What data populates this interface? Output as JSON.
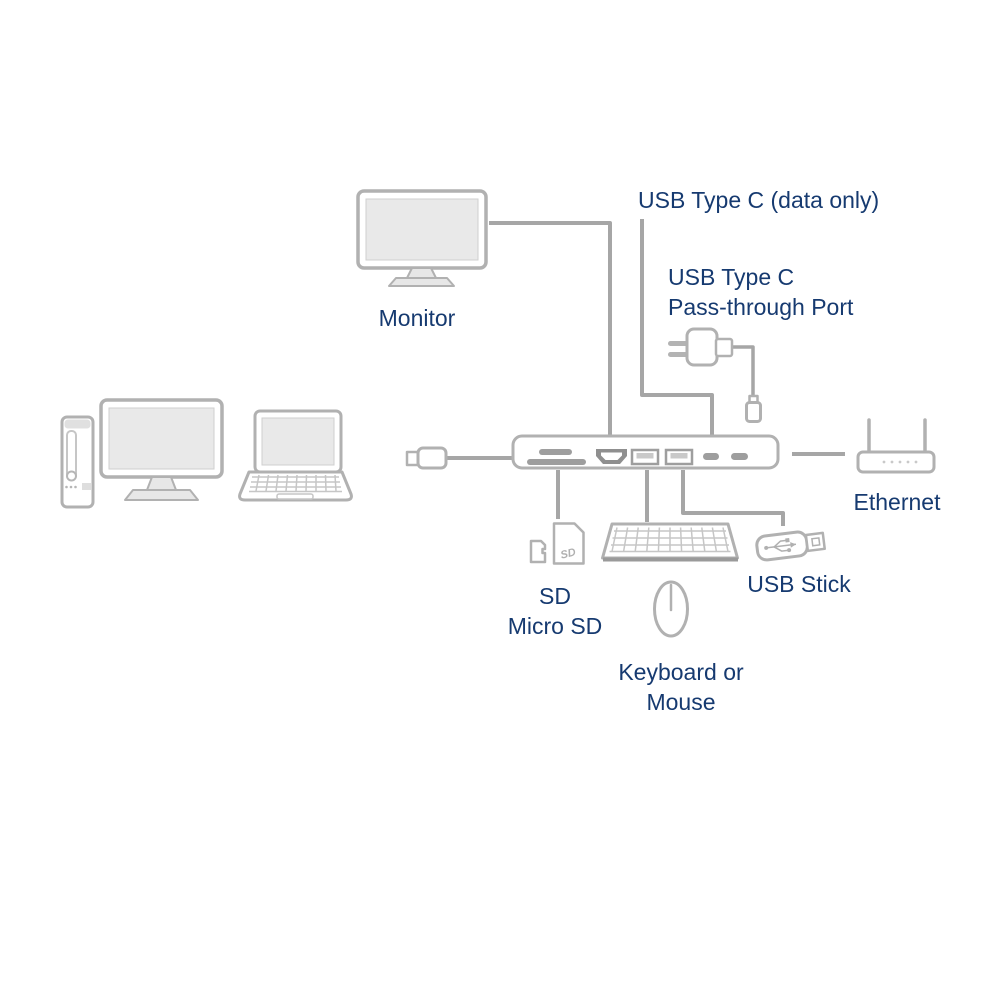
{
  "colors": {
    "label": "#163a70",
    "line": "#a6a6a6",
    "icon": "#b1b1b1",
    "screen": "#e9e9e9",
    "port": "#9e9e9e",
    "port-dark": "#8f8f8f"
  },
  "labels": {
    "monitor": "Monitor",
    "usb_c_data_only": "USB Type C (data only)",
    "usb_c_passthrough_line1": "USB Type C",
    "usb_c_passthrough_line2": "Pass-through Port",
    "ethernet": "Ethernet",
    "usb_stick": "USB Stick",
    "sd": "SD",
    "micro_sd": "Micro SD",
    "keyboard_line1": "Keyboard or",
    "keyboard_line2": "Mouse",
    "sd_card_print": "SD"
  },
  "diagram": {
    "nodes": [
      {
        "id": "host-computers",
        "icon": "desktop-tower-monitor-laptop",
        "label": ""
      },
      {
        "id": "dock",
        "icon": "usb-c-dock",
        "ports": [
          "SD slot",
          "Micro SD slot",
          "HDMI",
          "USB-A",
          "USB-A",
          "USB-C",
          "USB-C"
        ]
      },
      {
        "id": "monitor",
        "icon": "monitor",
        "label": "Monitor"
      },
      {
        "id": "usb-c-data",
        "icon": "none",
        "label": "USB Type C (data only)"
      },
      {
        "id": "power-adapter",
        "icon": "wall-charger",
        "label": "USB Type C Pass-through Port"
      },
      {
        "id": "router",
        "icon": "router",
        "label": "Ethernet"
      },
      {
        "id": "cards",
        "icon": "sd-and-micro-sd-cards",
        "label": "SD / Micro SD"
      },
      {
        "id": "keyboard-mouse",
        "icon": "keyboard-and-mouse",
        "label": "Keyboard or Mouse"
      },
      {
        "id": "usb-stick",
        "icon": "usb-flash-drive",
        "label": "USB Stick"
      }
    ],
    "connections": [
      {
        "from": "monitor",
        "to": "dock-hdmi-port"
      },
      {
        "from": "usb-c-data",
        "to": "dock-usb-c-port-1"
      },
      {
        "from": "power-adapter",
        "to": "dangling-usb-c-plug"
      },
      {
        "from": "dock",
        "to": "router"
      },
      {
        "from": "dock",
        "to": "cards"
      },
      {
        "from": "dock",
        "to": "keyboard-mouse"
      },
      {
        "from": "dock",
        "to": "usb-stick"
      },
      {
        "from": "dock-attached-cable",
        "to": "host-computers"
      }
    ]
  }
}
